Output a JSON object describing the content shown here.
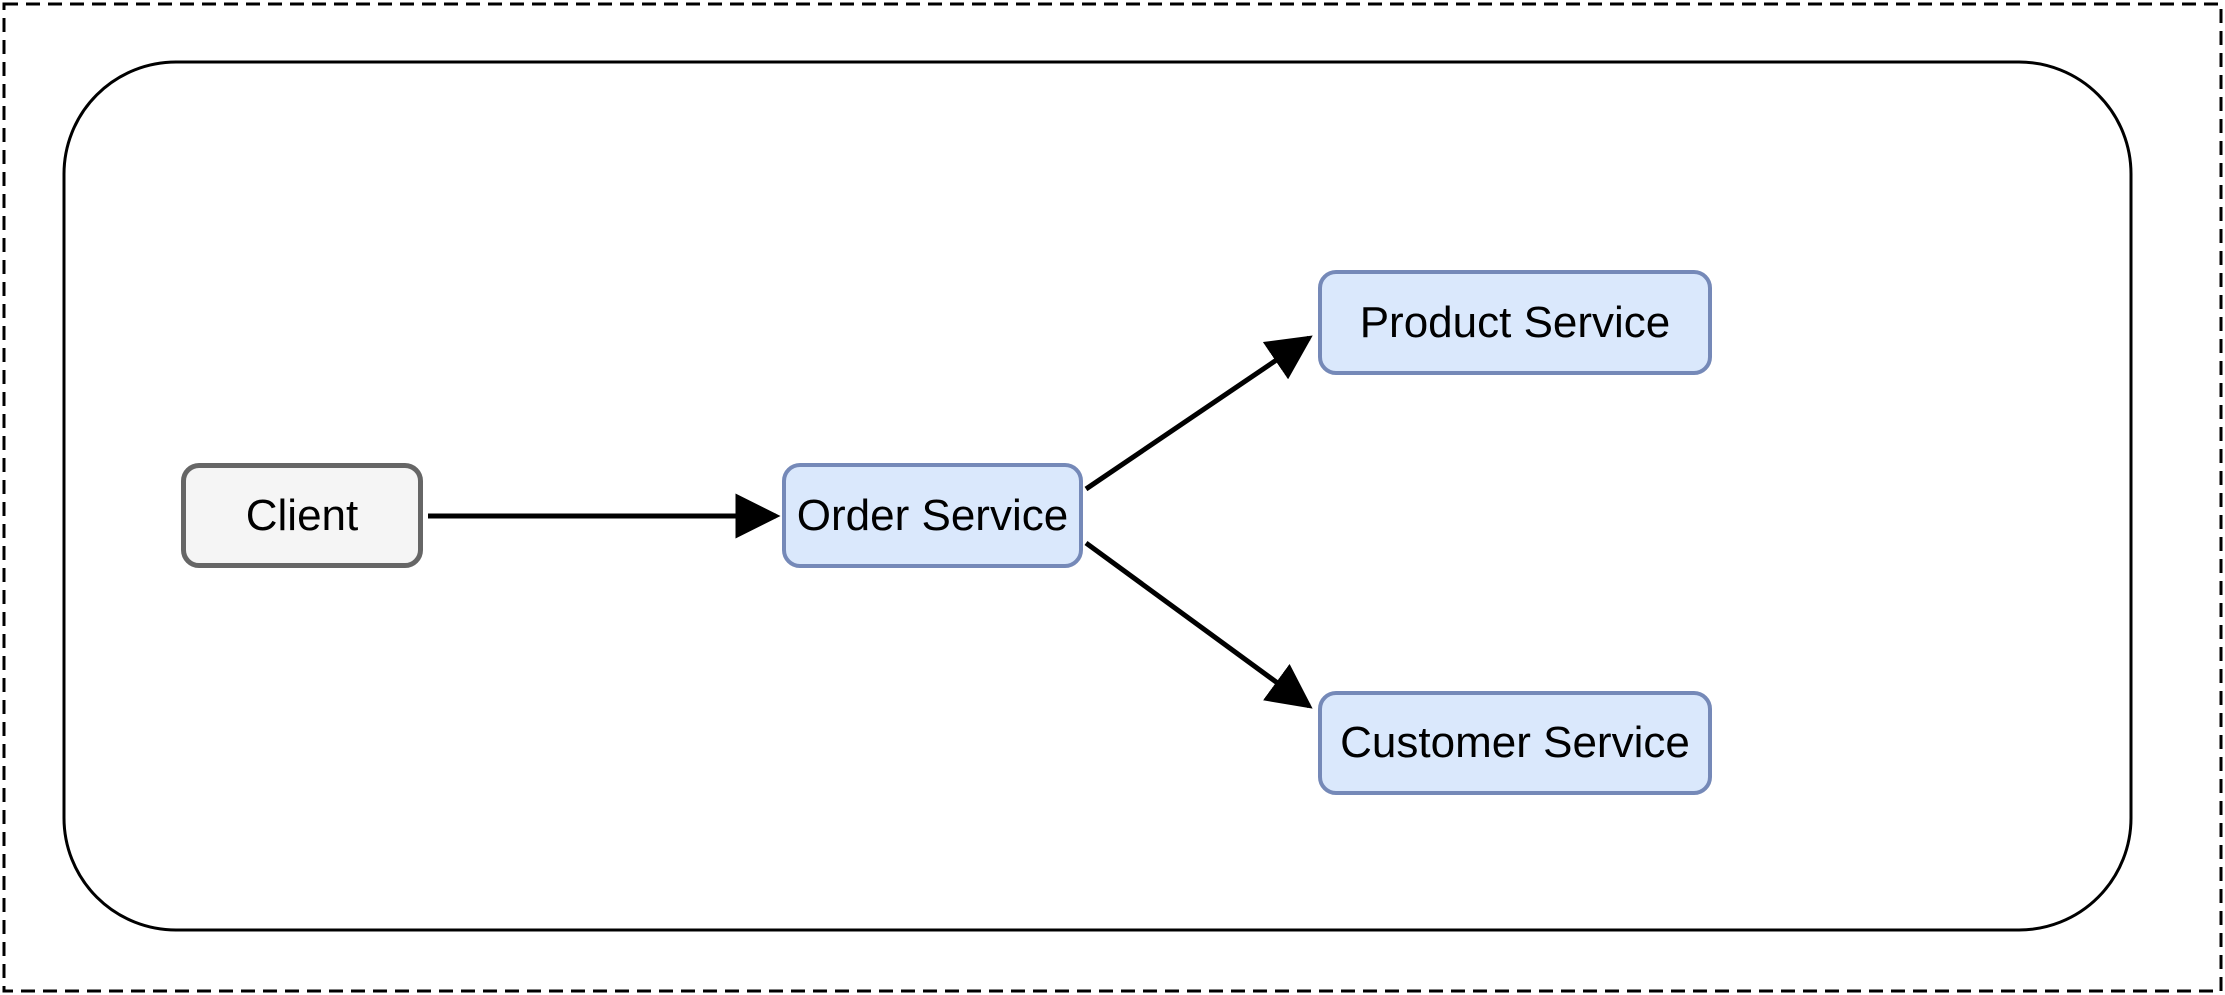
{
  "diagram": {
    "type": "flowchart",
    "nodes": {
      "client": {
        "label": "Client",
        "fill": "#f5f5f5",
        "border_color": "#666666"
      },
      "order_service": {
        "label": "Order Service",
        "fill": "#dae8fc",
        "border_color": "#7589b8"
      },
      "product_service": {
        "label": "Product Service",
        "fill": "#dae8fc",
        "border_color": "#7589b8"
      },
      "customer_service": {
        "label": "Customer Service",
        "fill": "#dae8fc",
        "border_color": "#7589b8"
      }
    },
    "edges": [
      {
        "from": "Client",
        "to": "Order Service",
        "style": "solid-arrow"
      },
      {
        "from": "Order Service",
        "to": "Product Service",
        "style": "solid-arrow"
      },
      {
        "from": "Order Service",
        "to": "Customer Service",
        "style": "solid-arrow"
      }
    ],
    "colors": {
      "arrow": "#000000",
      "boundary_border": "#000000",
      "outer_dashed_border": "#000000",
      "background": "#ffffff",
      "label_text": "#000000"
    }
  }
}
